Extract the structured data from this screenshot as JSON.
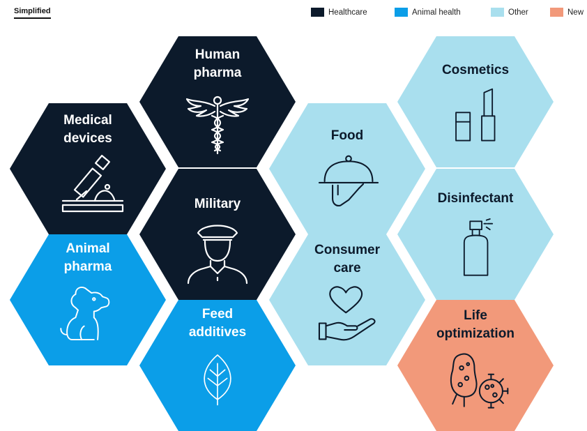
{
  "header": {
    "view_tab": "Simplified"
  },
  "legend": [
    {
      "label": "Healthcare",
      "color": "#0c1a2b"
    },
    {
      "label": "Animal health",
      "color": "#0b9ee8"
    },
    {
      "label": "Other",
      "color": "#a9dfee"
    },
    {
      "label": "New",
      "color": "#f2997a"
    }
  ],
  "cells": {
    "human_pharma": {
      "label": "Human\npharma",
      "icon": "caduceus-icon",
      "category": "Healthcare"
    },
    "medical_devices": {
      "label": "Medical\ndevices",
      "icon": "microscope-icon",
      "category": "Healthcare"
    },
    "military": {
      "label": "Military",
      "icon": "soldier-icon",
      "category": "Healthcare"
    },
    "animal_pharma": {
      "label": "Animal\npharma",
      "icon": "dog-icon",
      "category": "Animal health"
    },
    "feed_additives": {
      "label": "Feed\nadditives",
      "icon": "leaf-icon",
      "category": "Animal health"
    },
    "food": {
      "label": "Food",
      "icon": "cloche-icon",
      "category": "Other"
    },
    "consumer_care": {
      "label": "Consumer\ncare",
      "icon": "heart-hand-icon",
      "category": "Other"
    },
    "cosmetics": {
      "label": "Cosmetics",
      "icon": "lipstick-icon",
      "category": "Other"
    },
    "disinfectant": {
      "label": "Disinfectant",
      "icon": "spray-bottle-icon",
      "category": "Other"
    },
    "life_optimization": {
      "label": "Life\noptimization",
      "icon": "microbe-icon",
      "category": "New"
    }
  }
}
